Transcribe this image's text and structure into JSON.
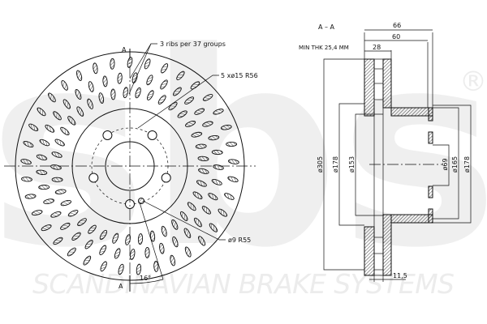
{
  "watermark": {
    "logo": "sbs",
    "registered": "®",
    "tagline": "SCANDINAVIAN BRAKE SYSTEMS"
  },
  "front_view": {
    "section_marker_top": "A",
    "section_marker_bottom": "A",
    "ribs_note": "3 ribs per 37 groups",
    "bolt_note": "5 xø15 R56",
    "small_hole_note": "ø9 R55",
    "angle_note": "16°",
    "rib_groups": 37,
    "ribs_per_group": 3,
    "bolt_holes": 5
  },
  "section_view": {
    "title": "A – A",
    "min_thickness": "MIN THK 25,4 MM",
    "dims": {
      "overall_height": "66",
      "hat_height": "60",
      "thickness": "28",
      "outer_diameter": "ø305",
      "hat_outer_diameter_left": "ø178",
      "hat_inner_diameter": "ø153",
      "center_bore": "ø69",
      "bolt_circle": "ø165",
      "hat_outer_diameter_right": "ø178",
      "vane_gap": "11,5"
    }
  }
}
